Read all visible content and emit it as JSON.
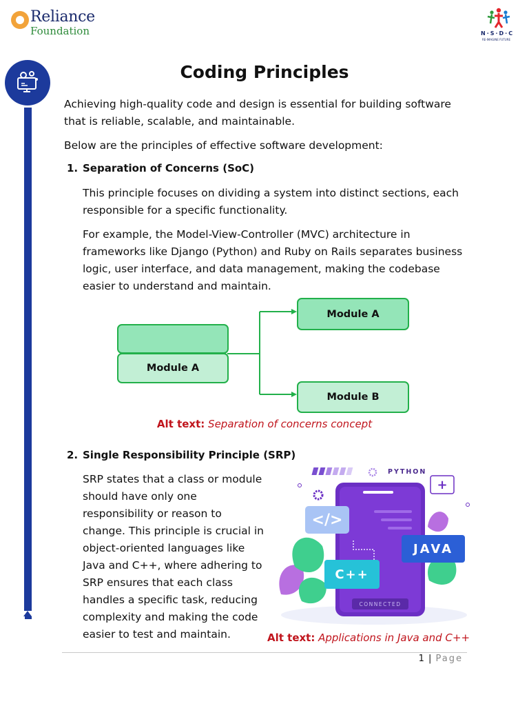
{
  "header": {
    "logo_line1": "Reliance",
    "logo_line2": "Foundation",
    "nsdc_text": "N·S·D·C",
    "nsdc_tagline": "RE-IMAGINE FUTURE"
  },
  "title": "Coding Principles",
  "intro": "Achieving high-quality code and design is essential for building software that is reliable, scalable, and maintainable.",
  "lead": "Below are the principles of effective software development:",
  "principles": [
    {
      "num": "1.",
      "heading": "Separation of Concerns (SoC)",
      "para1": "This principle focuses on dividing a system into distinct sections, each responsible for a specific functionality.",
      "para2": "For example, the Model-View-Controller (MVC) architecture in frameworks like Django (Python) and Ruby on Rails separates business logic, user interface, and data management, making the codebase easier to understand and maintain."
    },
    {
      "num": "2.",
      "heading": "Single Responsibility Principle (SRP)",
      "para1": "SRP states that a class or module should have only one responsibility or reason to change. This principle is crucial in object-oriented languages like Java and C++, where adhering to SRP ensures that each class handles a specific task, reducing complexity and making the code easier to test and maintain."
    }
  ],
  "diagram": {
    "left_module": "Module A",
    "right_top": "Module A",
    "right_bottom": "Module B"
  },
  "alt1": {
    "label": "Alt text:",
    "text": "Separation of concerns concept"
  },
  "alt2": {
    "label": "Alt text:",
    "text": "Applications in Java and C++"
  },
  "illustration": {
    "python": "PYTHON",
    "code": "</>",
    "java": "JAVA",
    "cpp": "C++",
    "connected": "CONNECTED",
    "plus": "+"
  },
  "footer": {
    "page_number": "1",
    "separator": "|",
    "page_word": "Page"
  },
  "colors": {
    "accent_blue": "#1c3a9c",
    "green": "#22b04a",
    "alt_red": "#c0141c"
  }
}
